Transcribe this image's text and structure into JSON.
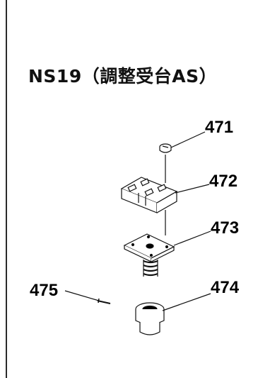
{
  "title": "NS19（調整受台AS）",
  "parts": [
    {
      "number": "471",
      "icon": "screw-icon"
    },
    {
      "number": "472",
      "icon": "bracket-block-icon"
    },
    {
      "number": "473",
      "icon": "plate-with-spring-icon"
    },
    {
      "number": "474",
      "icon": "bushing-icon"
    },
    {
      "number": "475",
      "icon": "pin-icon"
    }
  ]
}
